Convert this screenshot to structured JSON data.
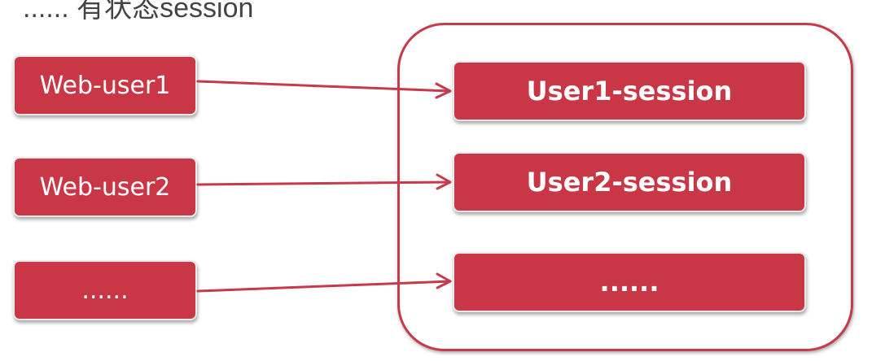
{
  "diagram": {
    "title": "...... 有状态session",
    "users": [
      "Web-user1",
      "Web-user2",
      "......"
    ],
    "sessions": [
      "User1-session",
      "User2-session",
      "......"
    ],
    "colors": {
      "box_fill": "#c93747",
      "box_border": "#e9e9e9",
      "container_border": "#c63a4b",
      "text": "#ffffff"
    }
  }
}
